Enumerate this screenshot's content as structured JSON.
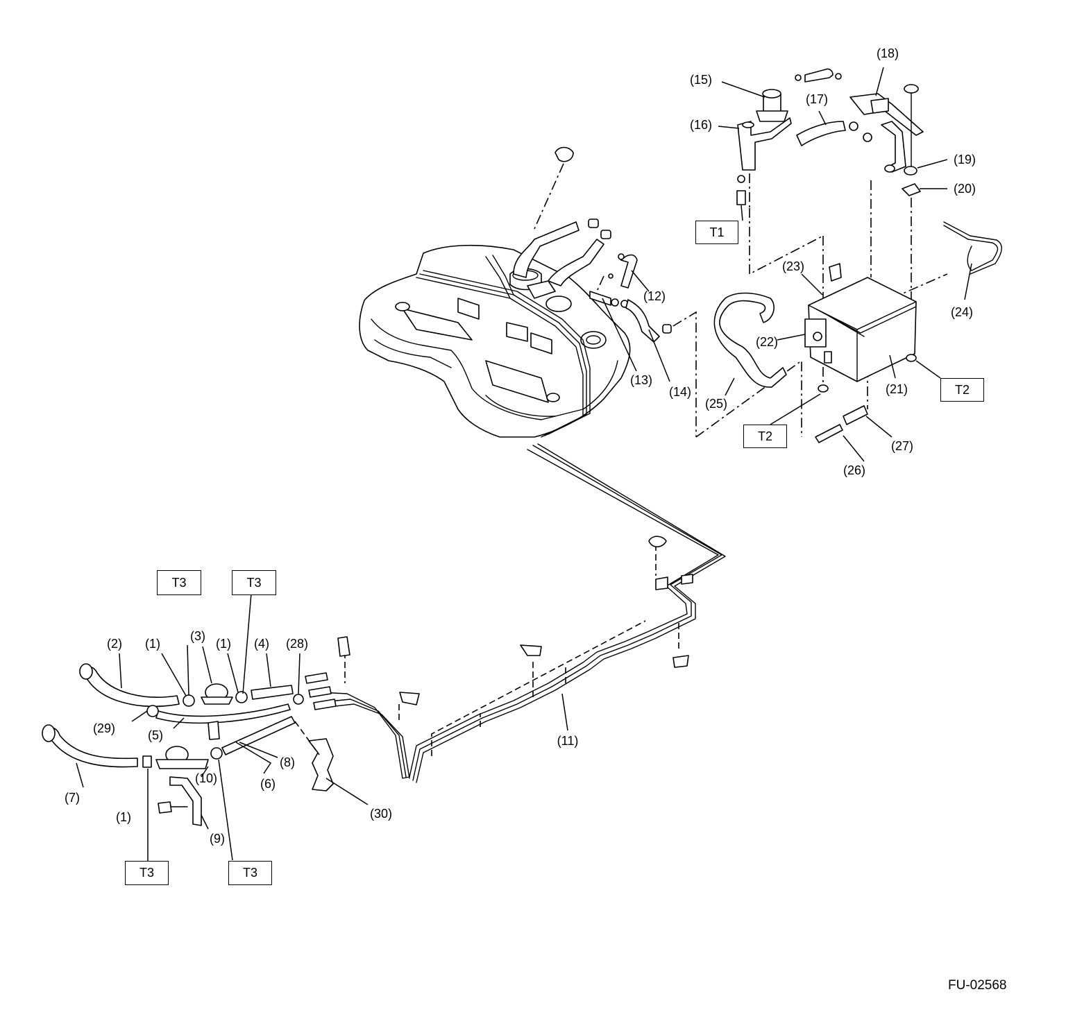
{
  "figure_id": "FU-02568",
  "callouts": [
    {
      "id": "c1a",
      "text": "(1)"
    },
    {
      "id": "c1b",
      "text": "(1)"
    },
    {
      "id": "c1c",
      "text": "(1)"
    },
    {
      "id": "c2",
      "text": "(2)"
    },
    {
      "id": "c3",
      "text": "(3)"
    },
    {
      "id": "c4",
      "text": "(4)"
    },
    {
      "id": "c5",
      "text": "(5)"
    },
    {
      "id": "c6",
      "text": "(6)"
    },
    {
      "id": "c7",
      "text": "(7)"
    },
    {
      "id": "c8",
      "text": "(8)"
    },
    {
      "id": "c9",
      "text": "(9)"
    },
    {
      "id": "c10",
      "text": "(10)"
    },
    {
      "id": "c11",
      "text": "(11)"
    },
    {
      "id": "c12",
      "text": "(12)"
    },
    {
      "id": "c13",
      "text": "(13)"
    },
    {
      "id": "c14",
      "text": "(14)"
    },
    {
      "id": "c15",
      "text": "(15)"
    },
    {
      "id": "c16",
      "text": "(16)"
    },
    {
      "id": "c17",
      "text": "(17)"
    },
    {
      "id": "c18",
      "text": "(18)"
    },
    {
      "id": "c19",
      "text": "(19)"
    },
    {
      "id": "c20",
      "text": "(20)"
    },
    {
      "id": "c21",
      "text": "(21)"
    },
    {
      "id": "c22",
      "text": "(22)"
    },
    {
      "id": "c23",
      "text": "(23)"
    },
    {
      "id": "c24",
      "text": "(24)"
    },
    {
      "id": "c25",
      "text": "(25)"
    },
    {
      "id": "c26",
      "text": "(26)"
    },
    {
      "id": "c27",
      "text": "(27)"
    },
    {
      "id": "c28",
      "text": "(28)"
    },
    {
      "id": "c29",
      "text": "(29)"
    },
    {
      "id": "c30",
      "text": "(30)"
    }
  ],
  "torque_labels": [
    {
      "id": "t1",
      "text": "T1"
    },
    {
      "id": "t2a",
      "text": "T2"
    },
    {
      "id": "t2b",
      "text": "T2"
    },
    {
      "id": "t3a",
      "text": "T3"
    },
    {
      "id": "t3b",
      "text": "T3"
    },
    {
      "id": "t3c",
      "text": "T3"
    },
    {
      "id": "t3d",
      "text": "T3"
    }
  ]
}
